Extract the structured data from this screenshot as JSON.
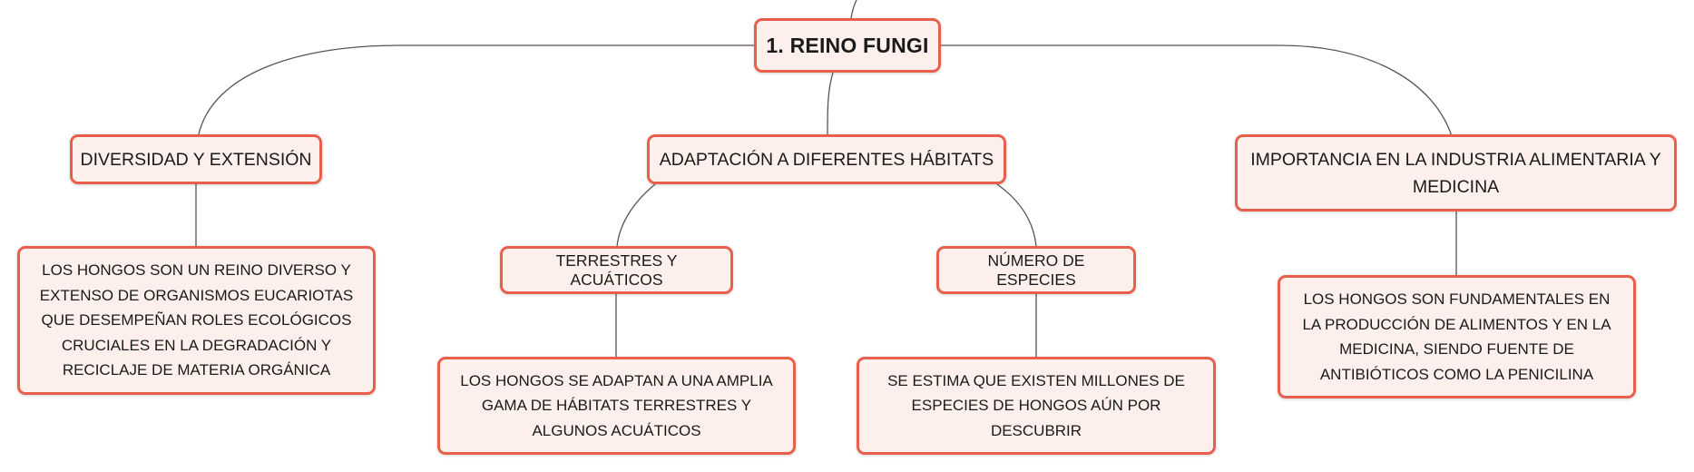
{
  "colors": {
    "node_border": "#e8604c",
    "node_fill": "#fdf0ec",
    "connector": "#555555"
  },
  "root": {
    "label": "1. REINO FUNGI"
  },
  "branches": [
    {
      "label": "DIVERSIDAD Y EXTENSIÓN",
      "detail": "LOS HONGOS SON UN REINO DIVERSO Y EXTENSO DE ORGANISMOS EUCARIOTAS QUE DESEMPEÑAN ROLES ECOLÓGICOS CRUCIALES EN LA DEGRADACIÓN Y RECICLAJE DE MATERIA ORGÁNICA"
    },
    {
      "label": "ADAPTACIÓN A DIFERENTES HÁBITATS",
      "children": [
        {
          "label": "TERRESTRES Y ACUÁTICOS",
          "detail": "LOS HONGOS SE ADAPTAN A UNA AMPLIA GAMA DE HÁBITATS TERRESTRES Y ALGUNOS ACUÁTICOS"
        },
        {
          "label": "NÚMERO DE ESPECIES",
          "detail": "SE ESTIMA QUE EXISTEN MILLONES DE ESPECIES DE HONGOS AÚN POR DESCUBRIR"
        }
      ]
    },
    {
      "label": "IMPORTANCIA EN LA INDUSTRIA ALIMENTARIA Y MEDICINA",
      "detail": "LOS HONGOS SON FUNDAMENTALES EN LA PRODUCCIÓN DE ALIMENTOS Y EN LA MEDICINA, SIENDO FUENTE DE ANTIBIÓTICOS COMO LA PENICILINA"
    }
  ]
}
